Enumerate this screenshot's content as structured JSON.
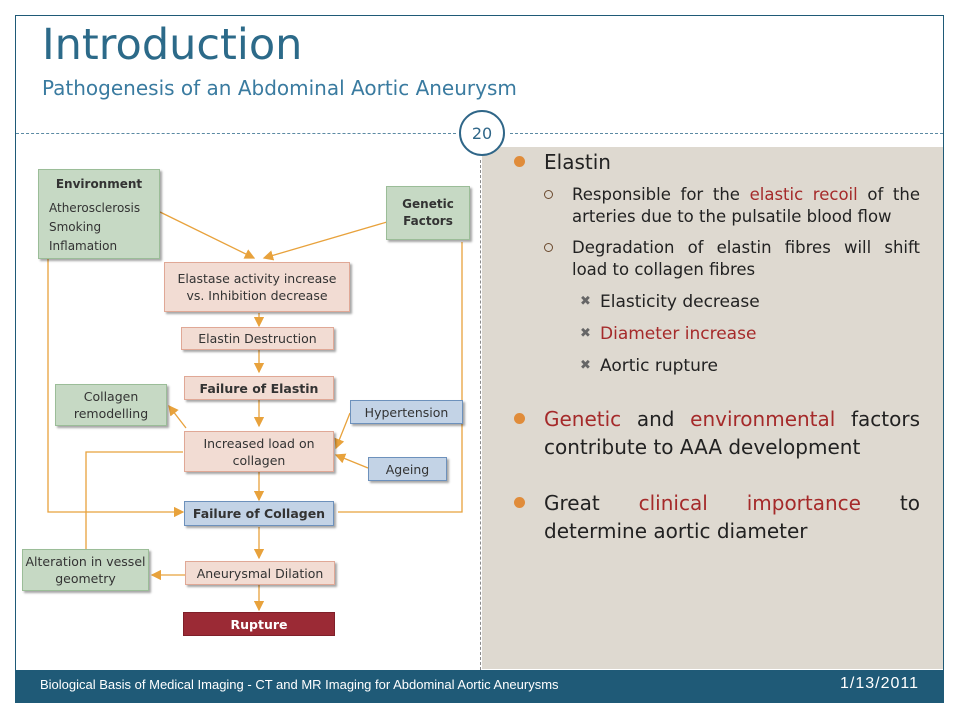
{
  "slide": {
    "title": "Introduction",
    "subtitle": "Pathogenesis of an Abdominal Aortic Aneurysm",
    "page_number": "20"
  },
  "flowchart": {
    "environment": {
      "heading": "Environment",
      "items": [
        "Atherosclerosis",
        "Smoking",
        "Inflamation"
      ]
    },
    "genetic_factors": "Genetic Factors",
    "elastase": "Elastase activity increase vs. Inhibition decrease",
    "elastin_destruction": "Elastin Destruction",
    "failure_elastin": "Failure of Elastin",
    "collagen_remodelling": "Collagen remodelling",
    "hypertension": "Hypertension",
    "increased_load": "Increased load on collagen",
    "ageing": "Ageing",
    "failure_collagen": "Failure of Collagen",
    "alteration": "Alteration in vessel geometry",
    "aneurysmal_dilation": "Aneurysmal Dilation",
    "rupture": "Rupture",
    "colors": {
      "arrow": "#e8a23c",
      "rupture": "#9b2a35"
    }
  },
  "content": {
    "elastin": {
      "heading": "Elastin",
      "point1": {
        "pre": "Responsible for the ",
        "hl": "elastic recoil",
        "post": " of the arteries due to the pulsatile blood flow"
      },
      "point2": "Degradation of elastin fibres will shift load to collagen fibres",
      "sub": [
        "Elasticity decrease",
        "Diameter increase",
        "Aortic rupture"
      ]
    },
    "genetic": {
      "hl1": "Genetic",
      "mid": " and ",
      "hl2": "environmental",
      "post": " factors contribute to AAA development"
    },
    "clinical": {
      "pre": "Great ",
      "hl": "clinical importance",
      "post": " to determine aortic diameter"
    },
    "accent_color": "#a52a2a"
  },
  "footer": {
    "text": "Biological Basis of Medical Imaging - CT and MR Imaging for Abdominal Aortic Aneurysms",
    "date": "1/13/2011"
  }
}
